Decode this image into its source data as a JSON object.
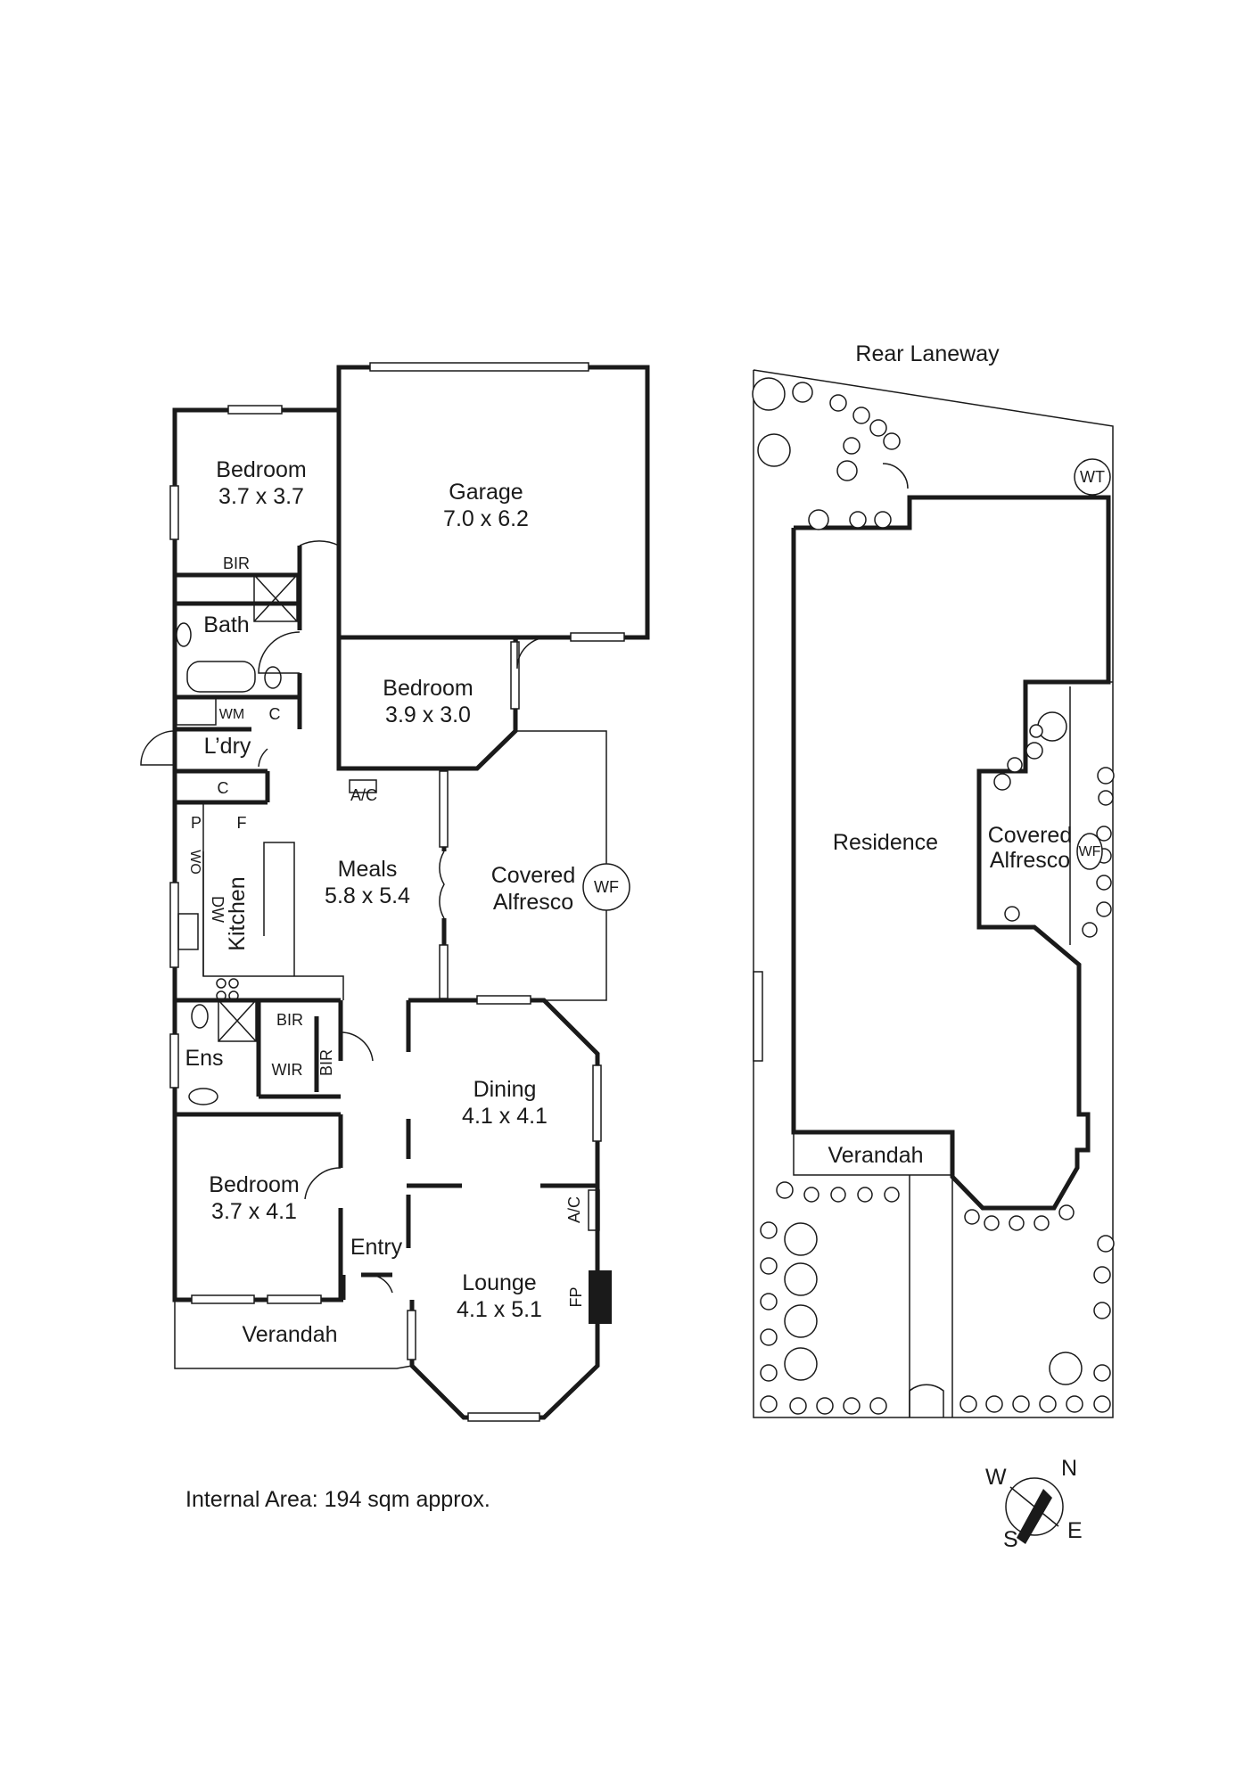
{
  "ground_floor": {
    "rooms": {
      "bedroom_top": {
        "name": "Bedroom",
        "size": "3.7 x 3.7"
      },
      "garage": {
        "name": "Garage",
        "size": "7.0 x 6.2"
      },
      "bedroom_mid": {
        "name": "Bedroom",
        "size": "3.9 x 3.0"
      },
      "meals": {
        "name": "Meals",
        "size": "5.8 x 5.4"
      },
      "dining": {
        "name": "Dining",
        "size": "4.1 x 4.1"
      },
      "lounge": {
        "name": "Lounge",
        "size": "4.1 x 5.1"
      },
      "bedroom_bottom": {
        "name": "Bedroom",
        "size": "3.7 x 4.1"
      }
    },
    "labels": {
      "bir_top": "BIR",
      "bath": "Bath",
      "wm": "WM",
      "c_laundry": "C",
      "laundry": "L’dry",
      "c_store": "C",
      "pantry": "P",
      "fridge": "F",
      "wo": "WO",
      "dw": "DW",
      "kitchen": "Kitchen",
      "ac_meals": "A/C",
      "alfresco_line1": "Covered",
      "alfresco_line2": "Alfresco",
      "wf": "WF",
      "bir_ens": "BIR",
      "bir_wir": "BIR",
      "ens": "Ens",
      "wir": "WIR",
      "entry": "Entry",
      "ac_lounge": "A/C",
      "fp": "FP",
      "verandah": "Verandah"
    }
  },
  "site_plan": {
    "rear_laneway": "Rear Laneway",
    "wt": "WT",
    "residence": "Residence",
    "alfresco_line1": "Covered",
    "alfresco_line2": "Alfresco",
    "wf": "WF",
    "verandah": "Verandah"
  },
  "internal_area": "Internal Area: 194 sqm approx.",
  "compass": {
    "n": "N",
    "s": "S",
    "e": "E",
    "w": "W"
  }
}
